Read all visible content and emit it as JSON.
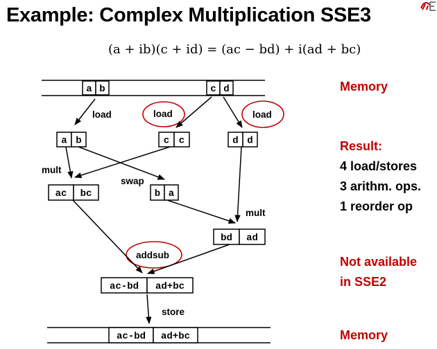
{
  "title": "Example: Complex Multiplication SSE3",
  "formula": {
    "lhs": "(a + ib)(c + id)",
    "eq": "=",
    "rhs": "(ac − bd) + i(ad + bc)"
  },
  "logo_icon": "university-logo-icon",
  "colors": {
    "accent_red": "#c00000",
    "circle_red": "#c00000",
    "text": "#000000"
  },
  "boxes": {
    "mem_ab": [
      "a",
      "b"
    ],
    "mem_cd": [
      "c",
      "d"
    ],
    "reg_ab": [
      "a",
      "b"
    ],
    "reg_cc": [
      "c",
      "c"
    ],
    "reg_dd": [
      "d",
      "d"
    ],
    "reg_acbc": [
      "ac",
      "bc"
    ],
    "reg_ba": [
      "b",
      "a"
    ],
    "reg_bdad": [
      "bd",
      "ad"
    ],
    "reg_res": [
      "ac-bd",
      "ad+bc"
    ],
    "mem_res": [
      "ac-bd",
      "ad+bc"
    ]
  },
  "labels": {
    "load1": "load",
    "load2": "load",
    "load3": "load",
    "mult1": "mult",
    "swap": "swap",
    "mult2": "mult",
    "addsub": "addsub",
    "store": "store"
  },
  "side": {
    "memory_top": "Memory",
    "result_title": "Result:",
    "result_lines": [
      "4 load/stores",
      "3 arithm. ops.",
      "1 reorder op"
    ],
    "note_lines": [
      "Not available",
      "in SSE2"
    ],
    "memory_bottom": "Memory"
  }
}
